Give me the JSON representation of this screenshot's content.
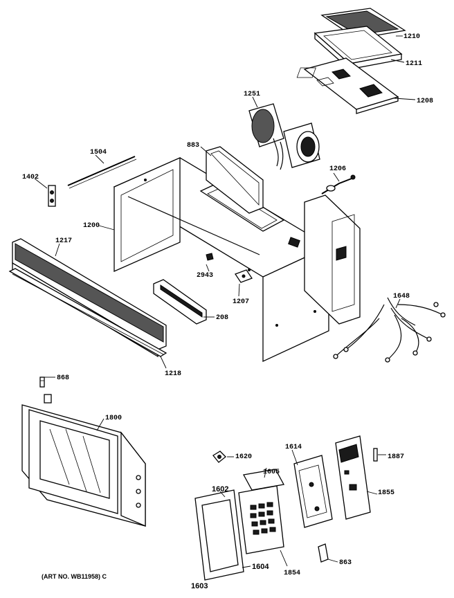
{
  "labels": {
    "p1210": "1210",
    "p1211": "1211",
    "p1208": "1208",
    "p1251": "1251",
    "p1206": "1206",
    "p883": "883",
    "p1504": "1504",
    "p1402": "1402",
    "p1200": "1200",
    "p1217": "1217",
    "p2943": "2943",
    "p1207": "1207",
    "p208": "208",
    "p1218": "1218",
    "p1648": "1648",
    "p868": "868",
    "p1800": "1800",
    "p1620": "1620",
    "p1614": "1614",
    "p1887": "1887",
    "p1605": "1605",
    "p1602": "1602",
    "p1855": "1855",
    "p1854": "1854",
    "p863": "863",
    "p1604": "1604",
    "p1603": "1603"
  },
  "art_number": "(ART NO. WB11958) C"
}
